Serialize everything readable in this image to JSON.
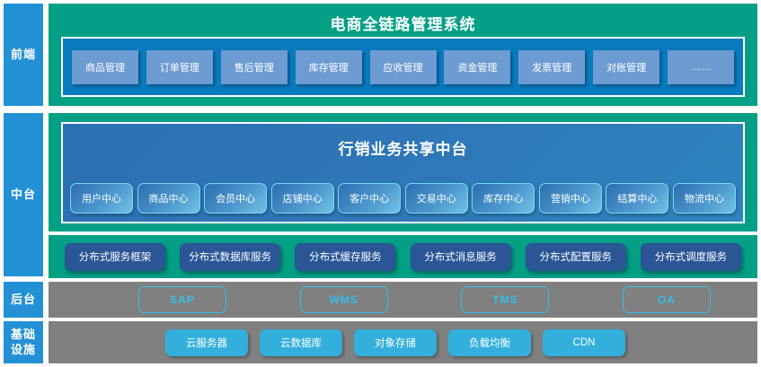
{
  "tiers": [
    {
      "id": "frontend",
      "label": "前端"
    },
    {
      "id": "middle",
      "label": "中台"
    },
    {
      "id": "backend",
      "label": "后台"
    },
    {
      "id": "infra",
      "label": "基础设施"
    }
  ],
  "frontend": {
    "title": "电商全链路管理系统",
    "modules": [
      {
        "label": "商品管理"
      },
      {
        "label": "订单管理"
      },
      {
        "label": "售后管理"
      },
      {
        "label": "库存管理"
      },
      {
        "label": "应收管理"
      },
      {
        "label": "资金管理"
      },
      {
        "label": "发票管理"
      },
      {
        "label": "对账管理"
      },
      {
        "label": "……"
      }
    ]
  },
  "middle": {
    "title": "行销业务共享中台",
    "centers": [
      {
        "label": "用户中心"
      },
      {
        "label": "商品中心"
      },
      {
        "label": "会员中心"
      },
      {
        "label": "店铺中心"
      },
      {
        "label": "客户中心"
      },
      {
        "label": "交易中心"
      },
      {
        "label": "库存中心"
      },
      {
        "label": "营销中心"
      },
      {
        "label": "结算中心"
      },
      {
        "label": "物流中心"
      }
    ],
    "services": [
      {
        "label": "分布式服务框架"
      },
      {
        "label": "分布式数据库服务"
      },
      {
        "label": "分布式缓存服务"
      },
      {
        "label": "分布式消息服务"
      },
      {
        "label": "分布式配置服务"
      },
      {
        "label": "分布式调度服务"
      }
    ]
  },
  "backend": {
    "systems": [
      {
        "label": "SAP"
      },
      {
        "label": "WMS"
      },
      {
        "label": "TMS"
      },
      {
        "label": "OA"
      }
    ]
  },
  "infra": {
    "resources": [
      {
        "label": "云服务器"
      },
      {
        "label": "云数据库"
      },
      {
        "label": "对象存储"
      },
      {
        "label": "负载均衡"
      },
      {
        "label": "CDN"
      }
    ]
  },
  "colors": {
    "tier_label_bg": "#2390D6",
    "band_green": "#04A085",
    "frontend_panel": "#0A7ABF",
    "frontend_box": "#6C9CD2",
    "middle_panel": "#2B6FB2",
    "service_box": "#2A5596",
    "grey_band": "#808080",
    "cyan_outline": "#37BDEA",
    "infra_box": "#33AFDC"
  }
}
